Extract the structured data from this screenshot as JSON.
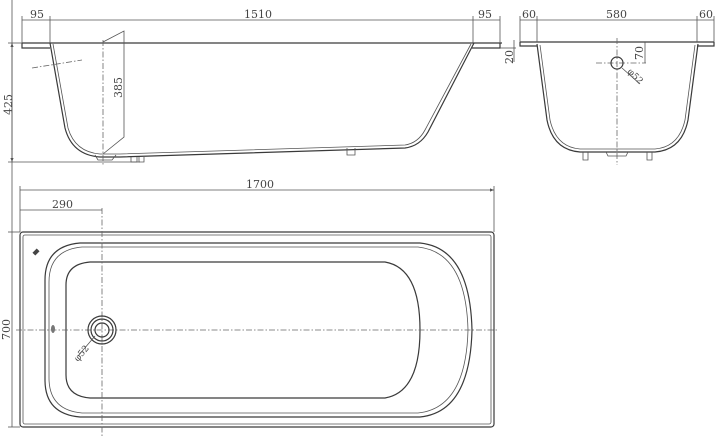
{
  "drawing": {
    "title": "Bathtub technical drawing",
    "units": "mm",
    "side_view": {
      "flange_left": "95",
      "interior_length": "1510",
      "flange_right": "95",
      "total_height": "425",
      "interior_depth": "385",
      "rim_thickness": "20"
    },
    "end_view": {
      "flange_left": "60",
      "interior_width": "580",
      "flange_right": "60",
      "overflow_offset": "70",
      "overflow_diameter": "φ52"
    },
    "top_view": {
      "total_length": "1700",
      "drain_offset": "290",
      "total_width": "700",
      "drain_diameter": "φ52"
    }
  }
}
